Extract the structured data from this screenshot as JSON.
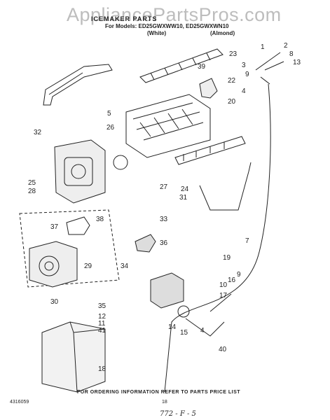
{
  "watermark": "AppliancePartsPros.com",
  "header": {
    "title": "ICEMAKER PARTS",
    "models_line": "For Models: ED25GWXWW10, ED25GWXWN10",
    "color_white": "(White)",
    "color_almond": "(Almond)"
  },
  "footer": {
    "order_note": "FOR ORDERING INFORMATION REFER TO PARTS PRICE LIST",
    "doc_number": "4316059",
    "page_number": "18",
    "handwritten": "772 - F - 5"
  },
  "callouts": [
    "1",
    "2",
    "8",
    "13",
    "3",
    "23",
    "39",
    "9",
    "22",
    "4",
    "20",
    "5",
    "26",
    "32",
    "25",
    "28",
    "27",
    "24",
    "31",
    "33",
    "38",
    "37",
    "36",
    "34",
    "29",
    "7",
    "19",
    "10",
    "17",
    "16",
    "9",
    "12",
    "15",
    "41",
    "14",
    "4",
    "40",
    "18",
    "30",
    "35",
    "11"
  ],
  "colors": {
    "ink": "#222222",
    "watermark": "#bdbdbd",
    "background": "#ffffff"
  }
}
